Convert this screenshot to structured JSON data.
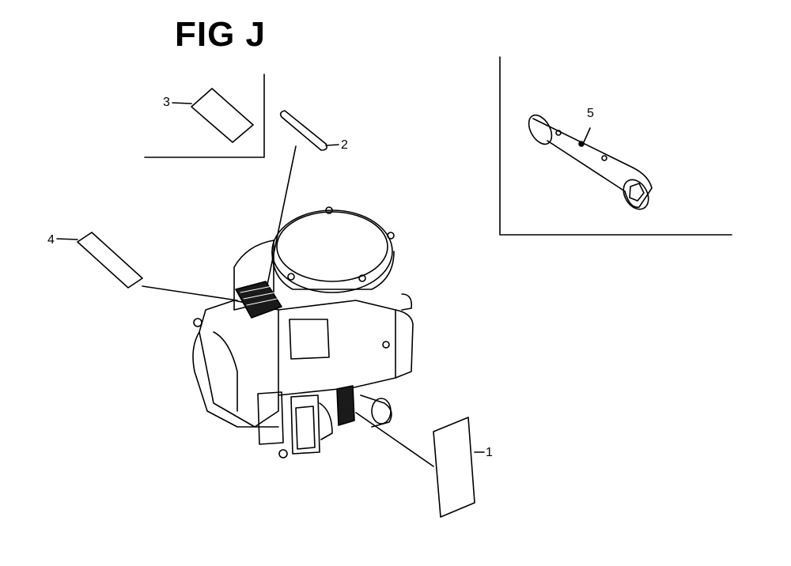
{
  "figure": {
    "title": "FIG J"
  },
  "callouts": {
    "part_1": "1",
    "part_2": "2",
    "part_3": "3",
    "part_4": "4",
    "part_5": "5"
  },
  "colors": {
    "ink": "#000000",
    "paper": "#ffffff",
    "shade": "#1a1a1a"
  }
}
